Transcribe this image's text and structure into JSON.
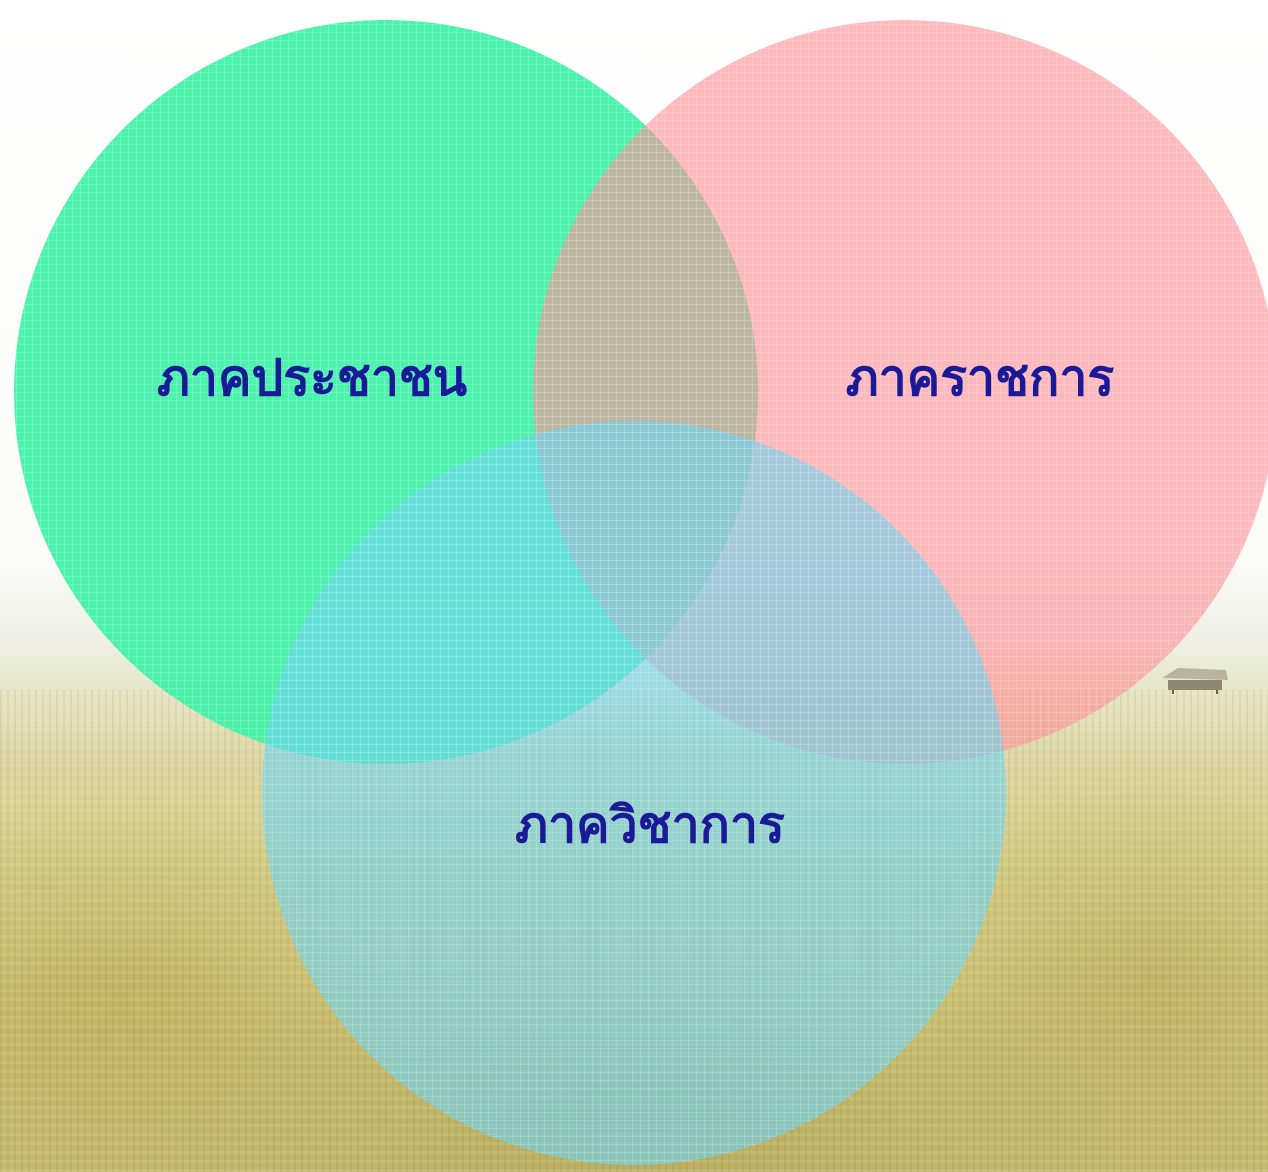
{
  "diagram": {
    "type": "venn",
    "sets": [
      {
        "id": "people",
        "label": "ภาคประชาชน",
        "color": "#3ef2a6"
      },
      {
        "id": "government",
        "label": "ภาคราชการ",
        "color": "#ff8f96"
      },
      {
        "id": "academic",
        "label": "ภาควิชาการ",
        "color": "#6fd3f0"
      }
    ],
    "label_color": "#1a1a99",
    "background": "hazy field photo"
  }
}
